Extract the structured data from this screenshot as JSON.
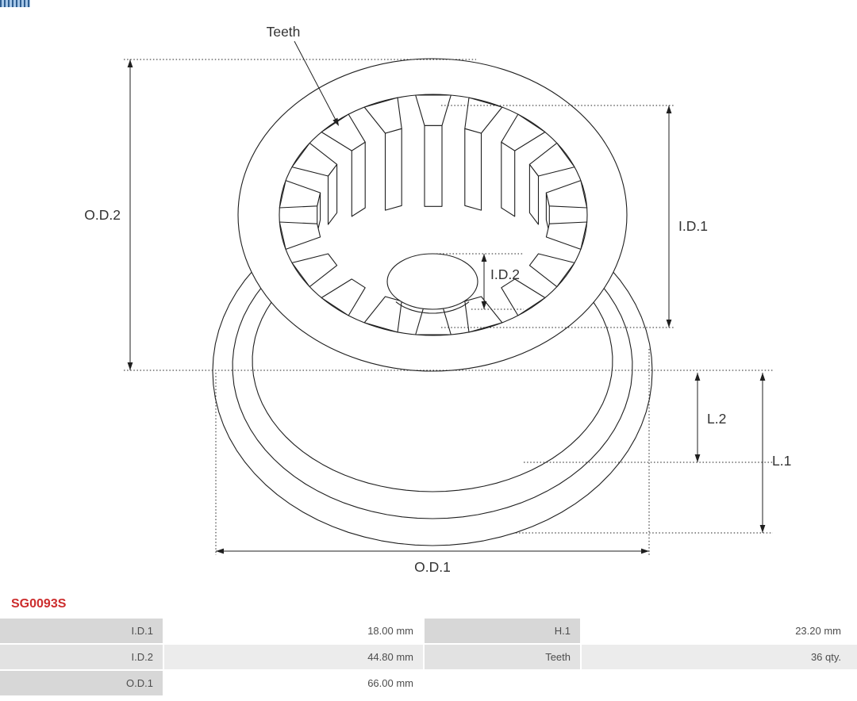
{
  "part": {
    "number": "SG0093S",
    "number_color": "#cc2d2d"
  },
  "diagram": {
    "labels": {
      "teeth": "Teeth",
      "od2": "O.D.2",
      "id1": "I.D.1",
      "id2": "I.D.2",
      "l2": "L.2",
      "l1": "L.1",
      "od1": "O.D.1"
    },
    "line_color": "#1f1f1f"
  },
  "spec_table": {
    "rows": [
      {
        "k1": "I.D.1",
        "v1": "18.00 mm",
        "k2": "H.1",
        "v2": "23.20 mm"
      },
      {
        "k1": "I.D.2",
        "v1": "44.80 mm",
        "k2": "Teeth",
        "v2": "36 qty."
      },
      {
        "k1": "O.D.1",
        "v1": "66.00 mm",
        "k2": "",
        "v2": ""
      }
    ],
    "label_bg_odd": "#d7d7d7",
    "label_bg_even": "#e2e2e2",
    "value_bg_even": "#ececec"
  }
}
